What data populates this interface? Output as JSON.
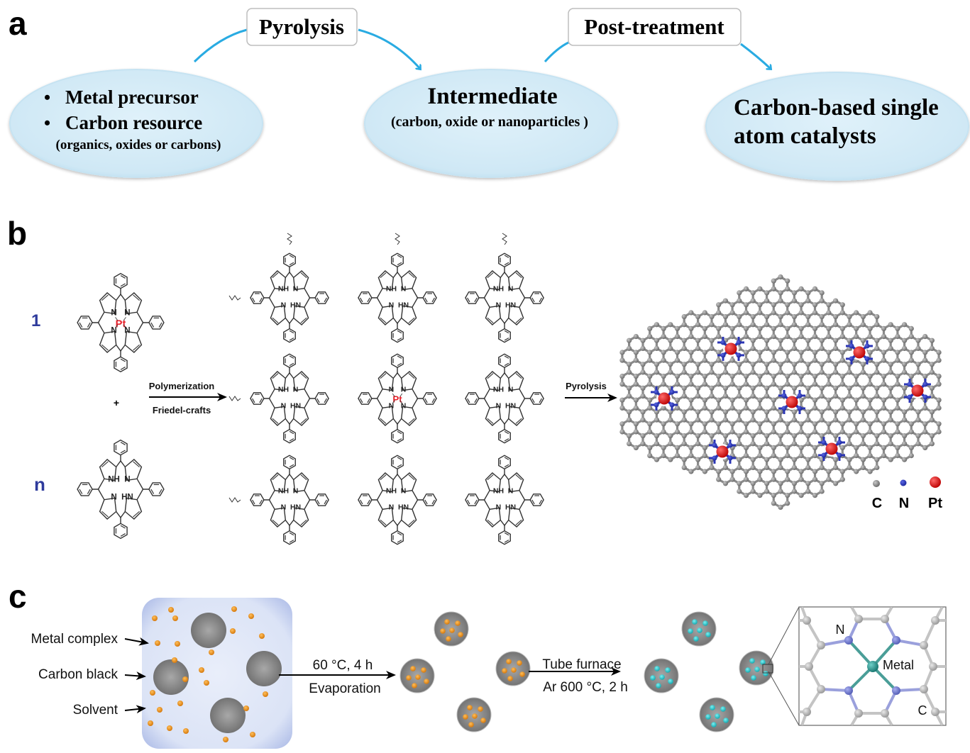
{
  "panels": {
    "a": {
      "label": "a",
      "steps": [
        {
          "bullets": [
            "Metal precursor",
            "Carbon resource"
          ],
          "note": "(organics, oxides or carbons)"
        },
        {
          "title": "Intermediate",
          "note": "(carbon, oxide or nanoparticles )"
        },
        {
          "title_lines": [
            "Carbon-based single",
            "atom catalysts"
          ]
        }
      ],
      "transitions": [
        "Pyrolysis",
        "Post-treatment"
      ],
      "bullet_glyph": "•",
      "colors": {
        "ellipse_fill": "#d4ecf7",
        "ellipse_edge": "#b6dbee",
        "arrow": "#29abe2",
        "box_border": "#bbbbbb"
      }
    },
    "b": {
      "label": "b",
      "monomer_labels": [
        "1",
        "n"
      ],
      "plus": "+",
      "metal_label": "Pt",
      "n_label": "N",
      "nh_label": "NH",
      "hn_label": "HN",
      "arrow1": {
        "top": "Polymerization",
        "bottom": "Friedel-crafts"
      },
      "arrow2": {
        "top": "Pyrolysis"
      },
      "legend": [
        {
          "label": "C",
          "color": "#808080"
        },
        {
          "label": "N",
          "color": "#2b35b5"
        },
        {
          "label": "Pt",
          "color": "#e01010"
        }
      ],
      "colors": {
        "metal_text": "#e8202a",
        "index_text": "#2e3b9c",
        "bond": "#3a3a3a"
      }
    },
    "c": {
      "label": "c",
      "mixture_labels": [
        "Metal complex",
        "Carbon black",
        "Solvent"
      ],
      "arrow1": {
        "top": "60 °C, 4 h",
        "bottom": "Evaporation"
      },
      "arrow2": {
        "top": "Tube furnace",
        "bottom": "Ar 600 °C, 2 h"
      },
      "inset_labels": {
        "nitrogen": "N",
        "metal": "Metal",
        "carbon": "C"
      },
      "colors": {
        "solvent": "#cdd7f0",
        "carbon_black": "#8a8a8a",
        "metal_complex": "#e8911a",
        "single_atom": "#2ec4c8",
        "inset_metal": "#2a8f8a",
        "inset_n": "#6e78c8",
        "inset_c": "#b8b8b8"
      }
    }
  }
}
